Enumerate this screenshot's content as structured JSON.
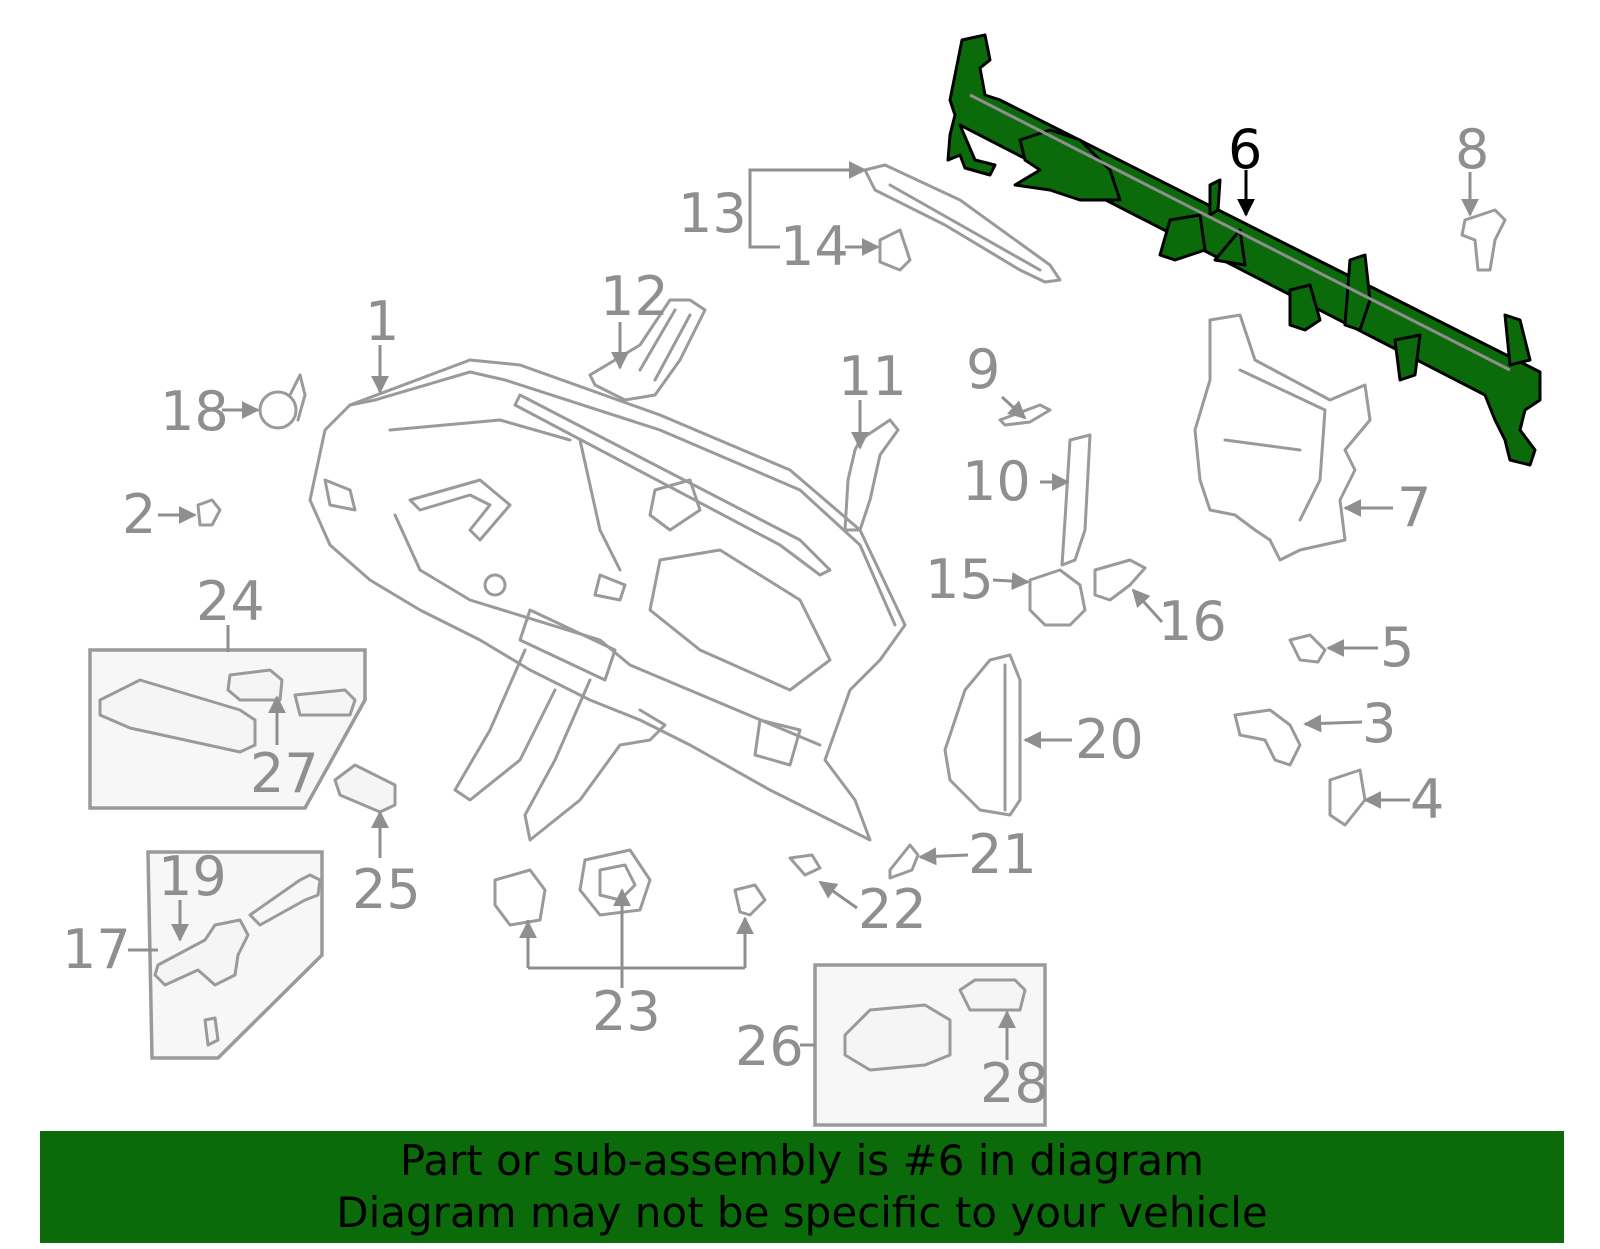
{
  "diagram": {
    "highlighted_part": "6",
    "highlight_color": "#0b6b0b",
    "line_color": "#9a9a9a",
    "callouts": [
      "1",
      "2",
      "3",
      "4",
      "5",
      "6",
      "7",
      "8",
      "9",
      "10",
      "11",
      "12",
      "13",
      "14",
      "15",
      "16",
      "17",
      "18",
      "19",
      "20",
      "21",
      "22",
      "23",
      "24",
      "25",
      "26",
      "27",
      "28"
    ]
  },
  "banner": {
    "line1": "Part or sub-assembly is #6 in diagram",
    "line2": "Diagram may not be specific to your vehicle",
    "background": "#0b6b0b"
  }
}
